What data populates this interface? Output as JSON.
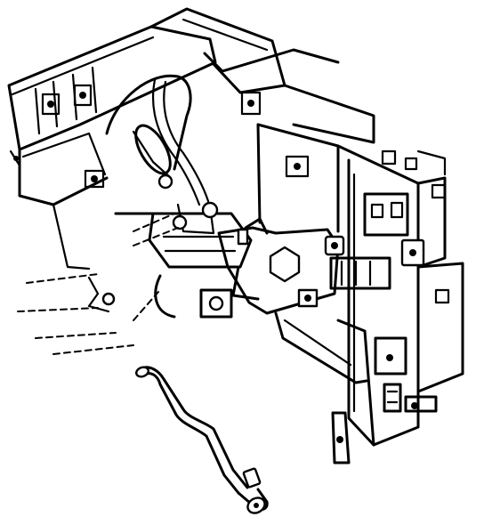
{
  "figure": {
    "kind": "line-art technical illustration",
    "caption": "",
    "colors": {
      "ink": "#000000",
      "paper": "#ffffff"
    },
    "parts": [
      {
        "id": "upper-frame-rail",
        "icon": "frame-rail"
      },
      {
        "id": "wiring-harness",
        "icon": "harness-cable"
      },
      {
        "id": "bulkhead-connector",
        "icon": "connector"
      },
      {
        "id": "mounting-bracket",
        "icon": "bracket"
      },
      {
        "id": "support-pillar",
        "icon": "pillar"
      },
      {
        "id": "lower-panel",
        "icon": "panel"
      },
      {
        "id": "removable-rod",
        "icon": "rod"
      }
    ]
  }
}
